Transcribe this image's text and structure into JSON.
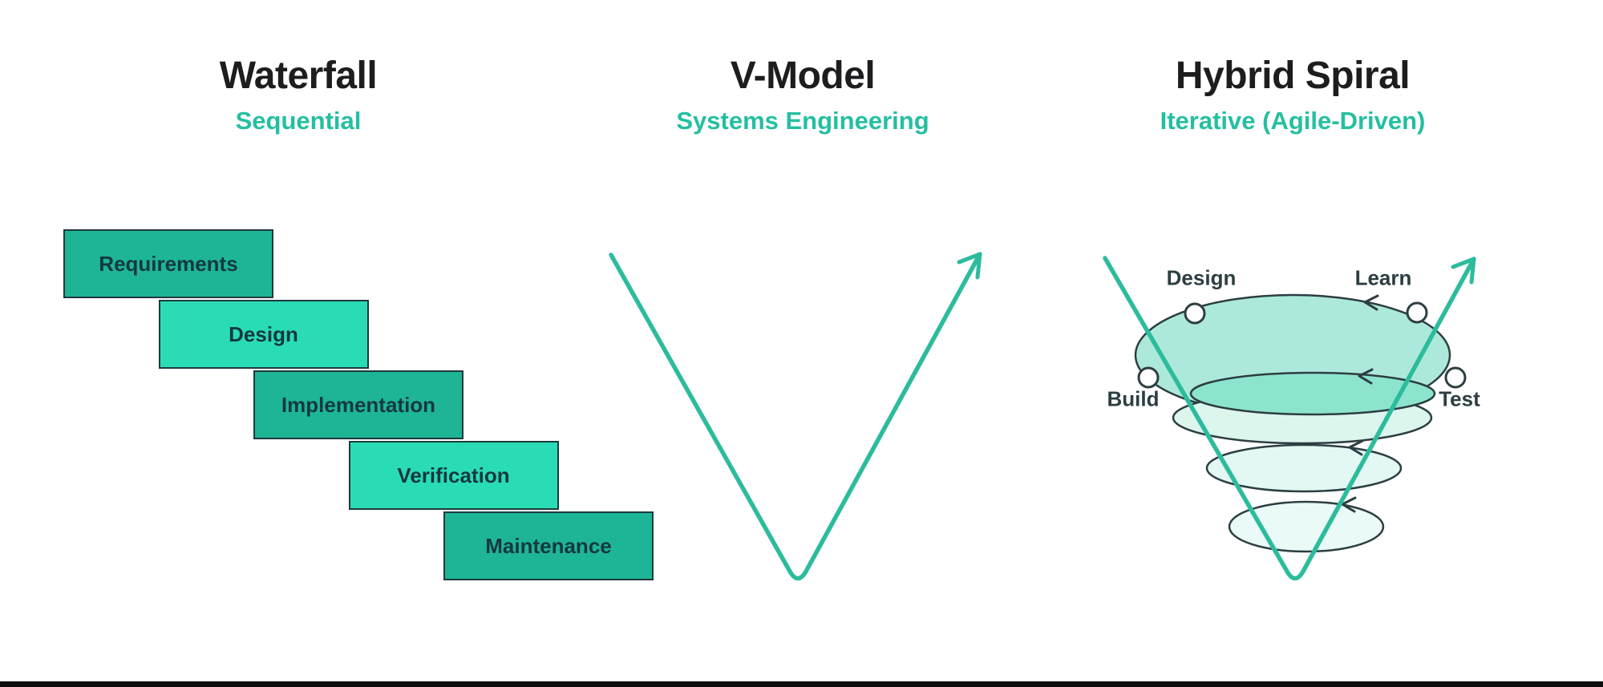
{
  "columns": [
    {
      "title": "Waterfall",
      "subtitle": "Sequential"
    },
    {
      "title": "V-Model",
      "subtitle": "Systems Engineering"
    },
    {
      "title": "Hybrid Spiral",
      "subtitle": "Iterative (Agile-Driven)"
    }
  ],
  "waterfall": {
    "steps": [
      {
        "label": "Requirements",
        "tone": "dark"
      },
      {
        "label": "Design",
        "tone": "light"
      },
      {
        "label": "Implementation",
        "tone": "dark"
      },
      {
        "label": "Verification",
        "tone": "light"
      },
      {
        "label": "Maintenance",
        "tone": "dark"
      }
    ]
  },
  "spiral": {
    "labels": {
      "design": "Design",
      "learn": "Learn",
      "build": "Build",
      "test": "Test"
    }
  },
  "colors": {
    "ink": "#1d1d1f",
    "accent-text": "#24bfa1",
    "accent-line": "#2cbc9d",
    "box-dark": "#1db596",
    "box-light": "#2adcb5",
    "box-border": "#1d3a3d",
    "box-text": "#14383f",
    "outline": "#2c3e42",
    "node-fill": "#ffffff",
    "ring-top": "#ade9da",
    "ring-lens": "#8de4cd",
    "ring-2": "#dcf5ed",
    "ring-3": "#e3f8f2",
    "ring-4": "#eafaf6",
    "bar": "#0c0c0c",
    "bg": "#ffffff"
  }
}
